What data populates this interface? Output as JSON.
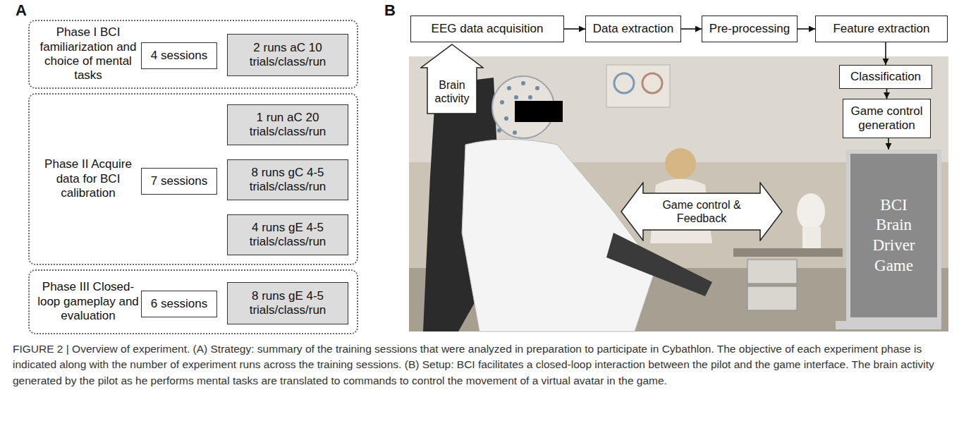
{
  "diagram": {
    "caption": "FIGURE 2 | Overview of experiment. (A) Strategy: summary of the training sessions that were analyzed in preparation to participate in Cybathlon. The objective of each experiment phase is indicated along with the number of experiment runs across the training sessions. (B) Setup: BCI facilitates a closed-loop interaction between the pilot and the game interface. The brain activity generated by the pilot as he performs mental tasks are translated to commands to control the movement of a virtual avatar in the game.",
    "nodes": [
      {
        "text": [
          "Phase I BCI familiarization and choice of mental tasks"
        ]
      },
      {
        "text": [
          "4 sessions"
        ],
        "in": 0
      },
      {
        "text": [
          "2 runs aC 10 trials/class/run"
        ],
        "in": 0
      },
      {
        "text": [
          "Phase II Acquire data for BCI calibration"
        ]
      },
      {
        "text": [
          "7 sessions"
        ],
        "in": 3
      },
      {
        "text": [
          "1 run aC 20 trials/class/run"
        ],
        "in": 3
      },
      {
        "text": [
          "8 runs gC 4-5 trials/class/run"
        ],
        "in": 3
      },
      {
        "text": [
          "4 runs gE 4-5 trials/class/run"
        ],
        "in": 3
      },
      {
        "text": [
          "Phase III Closed-loop gameplay and evaluation"
        ]
      },
      {
        "text": [
          "6 sessions"
        ],
        "in": 8
      },
      {
        "text": [
          "8 runs gE 4-5 trials/class/run"
        ],
        "in": 8
      },
      {
        "text": [
          "EEG data acquisition"
        ]
      },
      {
        "text": [
          "Data extraction"
        ]
      },
      {
        "text": [
          "Pre-processing"
        ]
      },
      {
        "text": [
          "Feature extraction"
        ]
      },
      {
        "text": [
          "Classification"
        ]
      },
      {
        "text": [
          "Game control generation"
        ]
      },
      {
        "text": [
          "Brain activity"
        ]
      },
      {
        "text": [
          "Game control & Feedback"
        ]
      },
      {
        "text": [
          "BCI Brain Driver Game"
        ]
      }
    ],
    "edges": [
      {
        "from": 11,
        "to": 12,
        "arrow": "to"
      },
      {
        "from": 12,
        "to": 13,
        "arrow": "to"
      },
      {
        "from": 13,
        "to": 14,
        "arrow": "to"
      },
      {
        "from": 14,
        "to": 15,
        "arrow": "to"
      },
      {
        "from": 15,
        "to": 16,
        "arrow": "to"
      },
      {
        "from": 16,
        "to": 19,
        "arrow": "to"
      }
    ],
    "labels": [
      "A",
      "B"
    ]
  }
}
